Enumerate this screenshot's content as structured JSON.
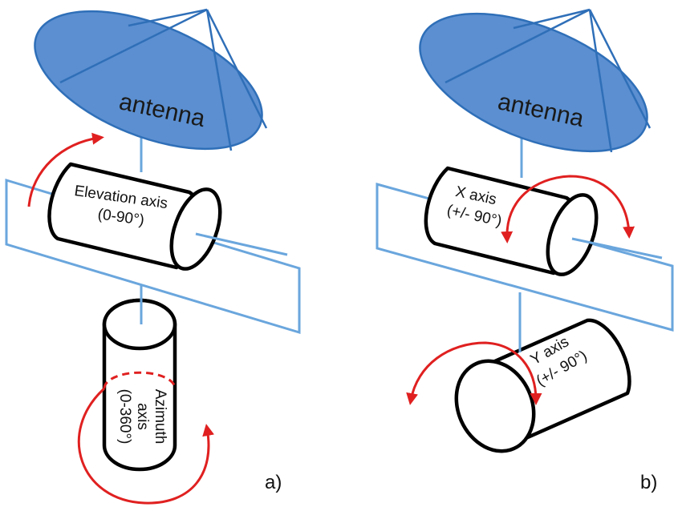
{
  "colors": {
    "dish_fill": "#5b8fd1",
    "dish_stroke": "#2f6fb8",
    "mast": "#6aa6dd",
    "plate": "#6aa6dd",
    "cylinder_stroke": "#000000",
    "cylinder_fill": "#ffffff",
    "rotation_arrow": "#e02020"
  },
  "panel_a": {
    "antenna_label": "antenna",
    "elevation_line1": "Elevation axis",
    "elevation_line2": "(0-90°)",
    "azimuth_line1": "Azimuth",
    "azimuth_line2": "axis",
    "azimuth_line3": "(0-360°)",
    "panel_label": "a)"
  },
  "panel_b": {
    "antenna_label": "antenna",
    "x_axis_line1": "X axis",
    "x_axis_line2": "(+/- 90°)",
    "y_axis_line1": "Y axis",
    "y_axis_line2": "(+/- 90°)",
    "panel_label": "b)"
  }
}
